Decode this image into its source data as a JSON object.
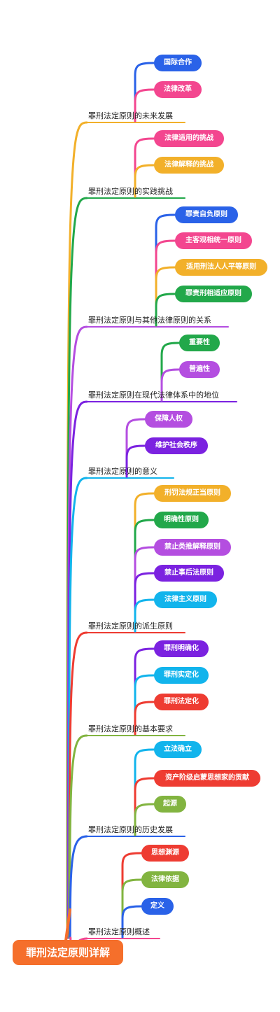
{
  "root": {
    "label": "罪刑法定原则详解",
    "color": "#f56f2b"
  },
  "branches": [
    {
      "label": "罪刑法定原则的未来发展",
      "color": "#f2b02a",
      "children": [
        {
          "label": "国际合作",
          "color": "#2a62e8"
        },
        {
          "label": "法律改革",
          "color": "#f3468f"
        }
      ]
    },
    {
      "label": "罪刑法定原则的实践挑战",
      "color": "#22a84a",
      "children": [
        {
          "label": "法律适用的挑战",
          "color": "#f3468f"
        },
        {
          "label": "法律解释的挑战",
          "color": "#f2b02a"
        }
      ]
    },
    {
      "label": "罪刑法定原则与其他法律原则的关系",
      "color": "#b44ee0",
      "children": [
        {
          "label": "罪责自负原则",
          "color": "#2a62e8"
        },
        {
          "label": "主客观相统一原则",
          "color": "#f3468f"
        },
        {
          "label": "适用刑法人人平等原则",
          "color": "#f2b02a"
        },
        {
          "label": "罪责刑相适应原则",
          "color": "#22a84a"
        }
      ]
    },
    {
      "label": "罪刑法定原则在现代法律体系中的地位",
      "color": "#7b22e0",
      "children": [
        {
          "label": "重要性",
          "color": "#22a84a"
        },
        {
          "label": "普遍性",
          "color": "#b44ee0"
        }
      ]
    },
    {
      "label": "罪刑法定原则的意义",
      "color": "#12b4ec",
      "children": [
        {
          "label": "保障人权",
          "color": "#b44ee0"
        },
        {
          "label": "维护社会秩序",
          "color": "#7b22e0"
        }
      ]
    },
    {
      "label": "罪刑法定原则的派生原则",
      "color": "#ee3c32",
      "children": [
        {
          "label": "刑罚法规正当原则",
          "color": "#f2b02a"
        },
        {
          "label": "明确性原则",
          "color": "#22a84a"
        },
        {
          "label": "禁止类推解释原则",
          "color": "#b44ee0"
        },
        {
          "label": "禁止事后法原则",
          "color": "#7b22e0"
        },
        {
          "label": "法律主义原则",
          "color": "#12b4ec"
        }
      ]
    },
    {
      "label": "罪刑法定原则的基本要求",
      "color": "#82b440",
      "children": [
        {
          "label": "罪刑明确化",
          "color": "#7b22e0"
        },
        {
          "label": "罪刑实定化",
          "color": "#12b4ec"
        },
        {
          "label": "罪刑法定化",
          "color": "#ee3c32"
        }
      ]
    },
    {
      "label": "罪刑法定原则的历史发展",
      "color": "#2a62e8",
      "children": [
        {
          "label": "立法确立",
          "color": "#12b4ec"
        },
        {
          "label": "资产阶级启蒙思想家的贡献",
          "color": "#ee3c32"
        },
        {
          "label": "起源",
          "color": "#82b440"
        }
      ]
    },
    {
      "label": "罪刑法定原则概述",
      "color": "#f3468f",
      "children": [
        {
          "label": "思想渊源",
          "color": "#ee3c32"
        },
        {
          "label": "法律依据",
          "color": "#82b440"
        },
        {
          "label": "定义",
          "color": "#2a62e8"
        }
      ]
    }
  ]
}
